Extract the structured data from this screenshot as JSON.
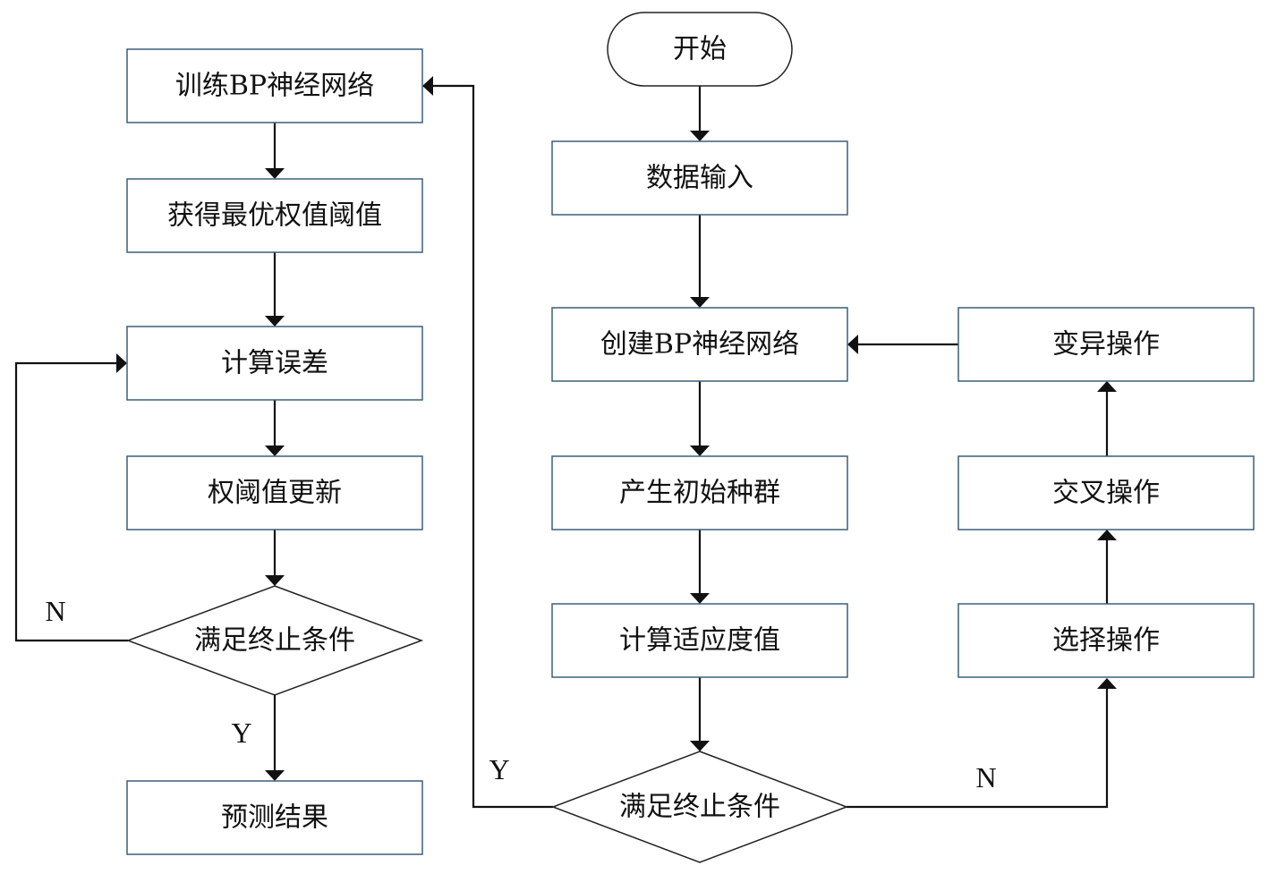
{
  "nodes": {
    "start": "开始",
    "data_input": "数据输入",
    "create_bp": "创建BP神经网络",
    "init_population": "产生初始种群",
    "calc_fitness": "计算适应度值",
    "ga_condition": "满足终止条件",
    "selection": "选择操作",
    "crossover": "交叉操作",
    "mutation": "变异操作",
    "train_bp": "训练BP神经网络",
    "optimal_weights": "获得最优权值阈值",
    "calc_error": "计算误差",
    "update_weights": "权阈值更新",
    "bp_condition": "满足终止条件",
    "result": "预测结果"
  },
  "edge_labels": {
    "bp_no": "N",
    "bp_yes": "Y",
    "ga_yes": "Y",
    "ga_no": "N"
  }
}
